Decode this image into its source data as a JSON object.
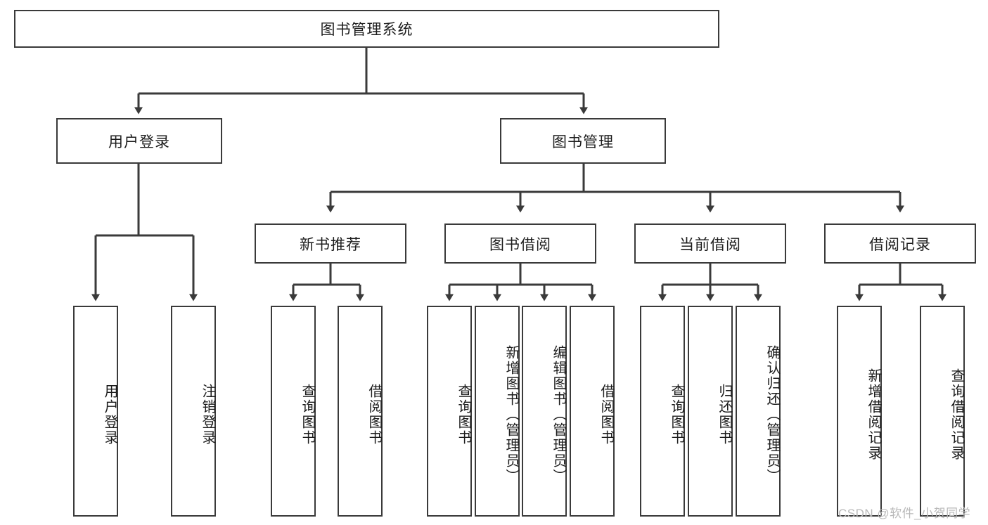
{
  "diagram": {
    "title": "图书管理系统",
    "type": "tree-hierarchy-diagram",
    "stroke_color": "#3a3a3a",
    "background_color": "#ffffff",
    "text_color": "#1c1c1c"
  },
  "levels": {
    "root": {
      "label": "图书管理系统"
    },
    "level2": [
      {
        "label": "用户登录"
      },
      {
        "label": "图书管理"
      }
    ],
    "level3": [
      {
        "label": "新书推荐"
      },
      {
        "label": "图书借阅"
      },
      {
        "label": "当前借阅"
      },
      {
        "label": "借阅记录"
      }
    ],
    "leaves": [
      {
        "label": "用户登录",
        "parent": "用户登录"
      },
      {
        "label": "注销登录",
        "parent": "用户登录"
      },
      {
        "label": "查询图书",
        "parent": "新书推荐"
      },
      {
        "label": "借阅图书",
        "parent": "新书推荐"
      },
      {
        "label": "查询图书",
        "parent": "图书借阅"
      },
      {
        "label": "新增图书（管理员）",
        "parent": "图书借阅"
      },
      {
        "label": "编辑图书（管理员）",
        "parent": "图书借阅"
      },
      {
        "label": "借阅图书",
        "parent": "图书借阅"
      },
      {
        "label": "查询图书",
        "parent": "当前借阅"
      },
      {
        "label": "归还图书",
        "parent": "当前借阅"
      },
      {
        "label": "确认归还（管理员）",
        "parent": "当前借阅"
      },
      {
        "label": "新增借阅记录",
        "parent": "借阅记录"
      },
      {
        "label": "查询借阅记录",
        "parent": "借阅记录"
      }
    ]
  },
  "watermark": {
    "text": "CSDN @软件_小贺同学"
  }
}
